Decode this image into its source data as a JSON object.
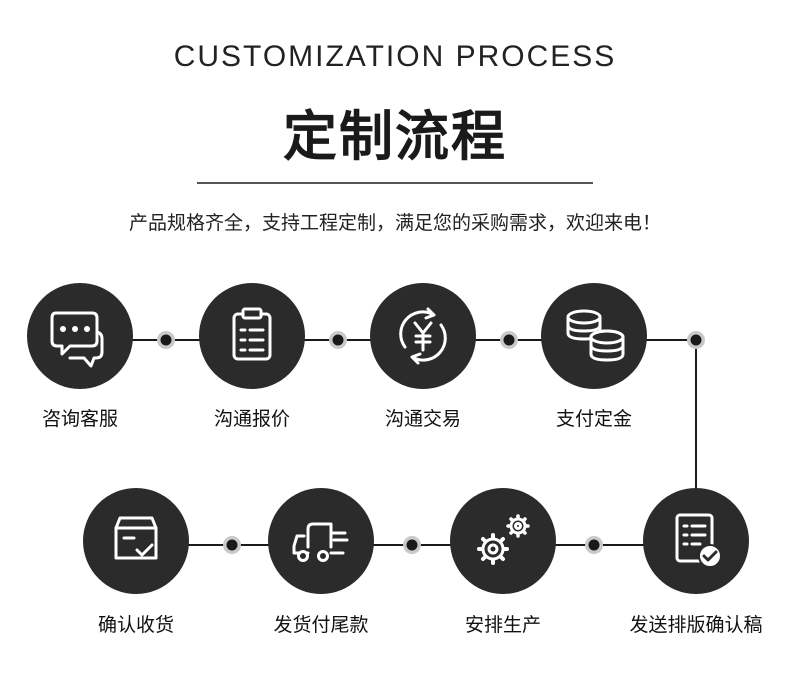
{
  "header": {
    "title_en": "CUSTOMIZATION PROCESS",
    "title_cn": "定制流程",
    "subtitle": "产品规格齐全，支持工程定制，满足您的采购需求，欢迎来电！"
  },
  "colors": {
    "circle": "#2b2b2b",
    "line": "#1a1a1a",
    "icon": "#ffffff"
  },
  "steps": [
    {
      "label": "咨询客服",
      "icon": "chat-bubbles-icon"
    },
    {
      "label": "沟通报价",
      "icon": "clipboard-icon"
    },
    {
      "label": "沟通交易",
      "icon": "yen-exchange-icon"
    },
    {
      "label": "支付定金",
      "icon": "coins-icon"
    },
    {
      "label": "发送排版确认稿",
      "icon": "document-check-icon"
    },
    {
      "label": "安排生产",
      "icon": "gears-icon"
    },
    {
      "label": "发货付尾款",
      "icon": "delivery-truck-icon"
    },
    {
      "label": "确认收货",
      "icon": "box-check-icon"
    }
  ]
}
